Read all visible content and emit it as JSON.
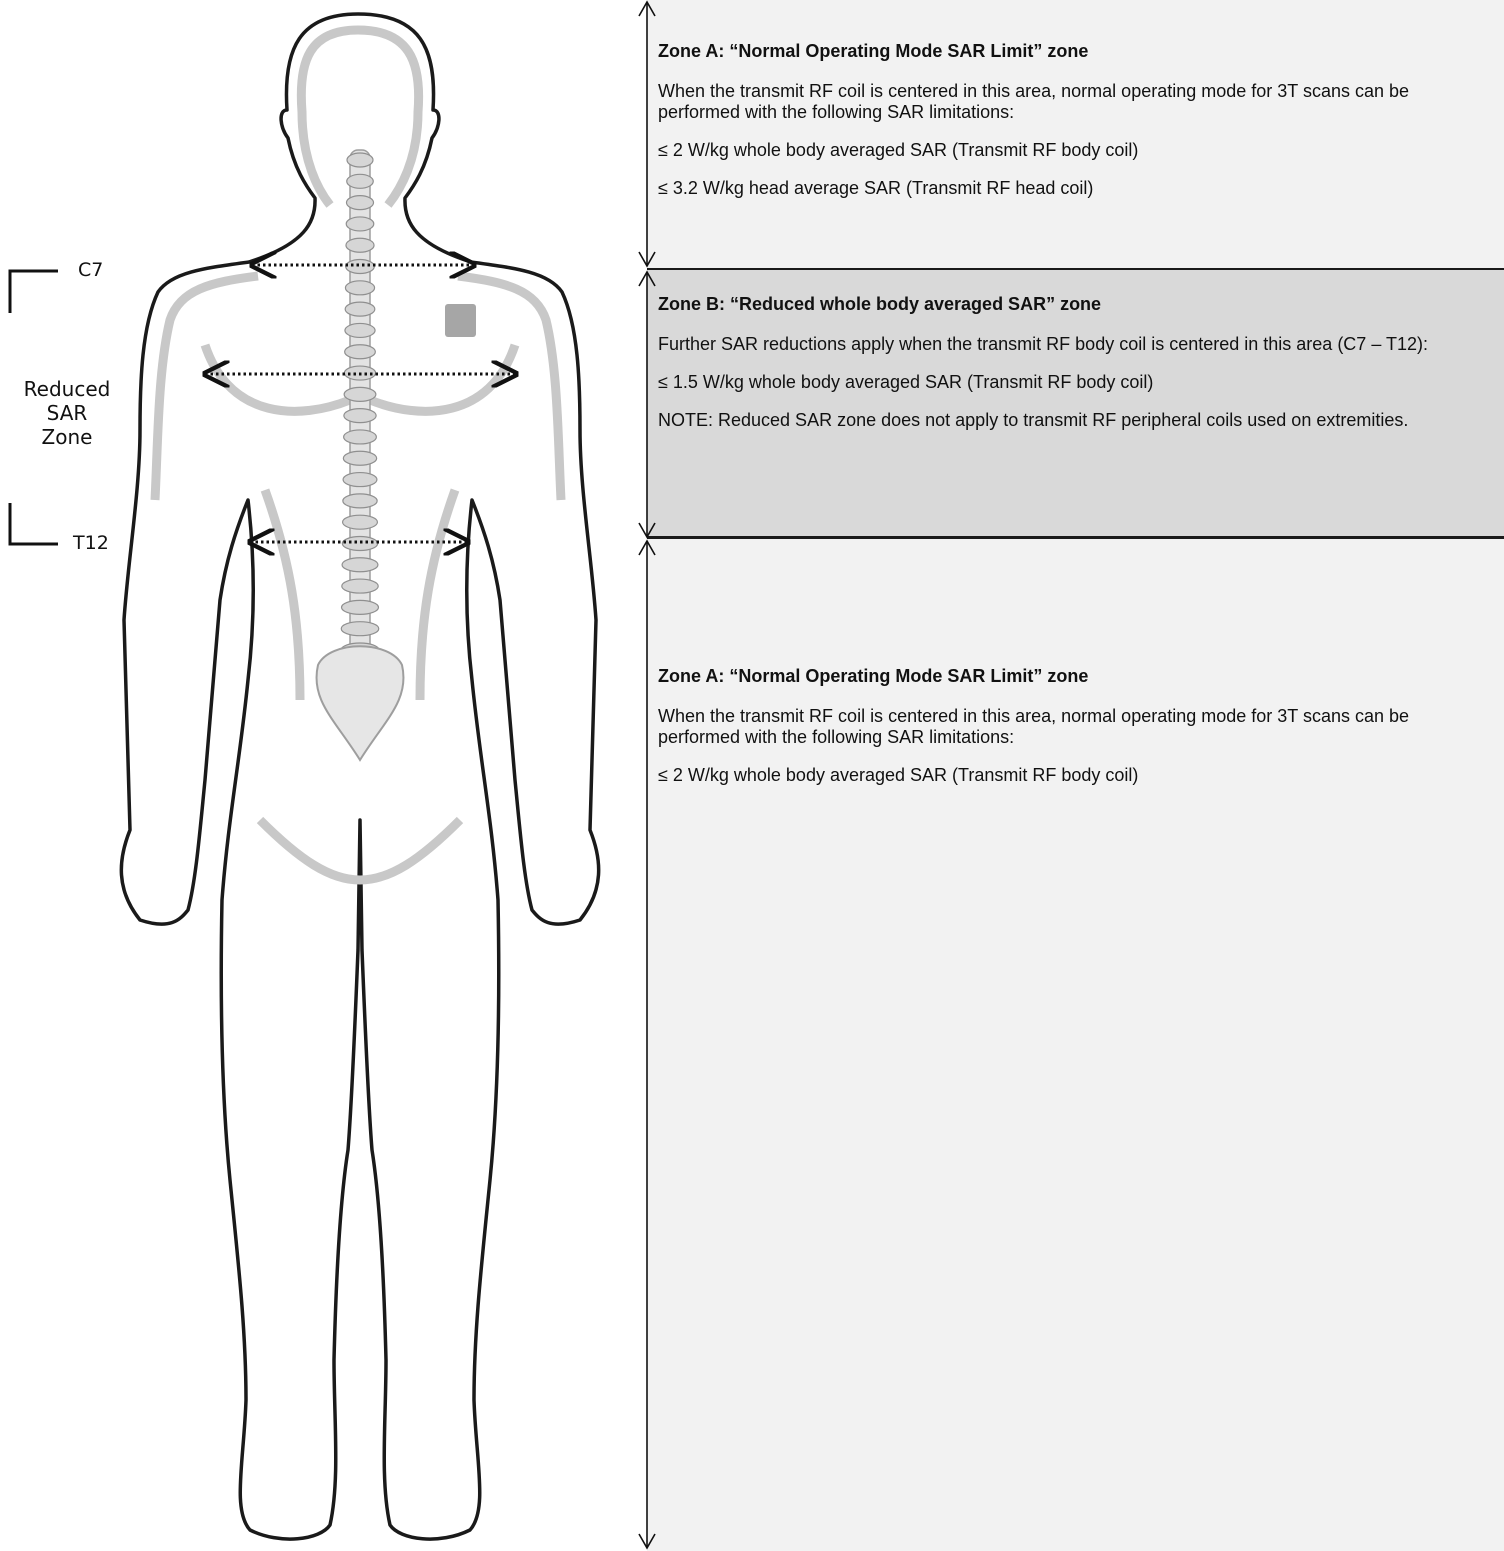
{
  "zones": {
    "top": {
      "title": "Zone A: “Normal Operating Mode SAR Limit” zone",
      "text": "When the transmit RF coil is centered in this area, normal operating mode for 3T scans can be performed with the following SAR limitations:",
      "limit1": "≤ 2 W/kg whole body averaged SAR (Transmit RF body coil)",
      "limit2": "≤ 3.2 W/kg head average SAR (Transmit RF head coil)"
    },
    "middle": {
      "title": "Zone B: “Reduced whole body averaged SAR” zone",
      "text": "Further SAR reductions apply when the transmit RF body coil is centered in this area (C7 – T12):",
      "limit1": "≤ 1.5 W/kg whole body averaged SAR (Transmit RF body coil)",
      "note": "NOTE: Reduced SAR zone does not apply to transmit RF peripheral coils used on extremities."
    },
    "bottom": {
      "title": "Zone A: “Normal Operating Mode SAR Limit” zone",
      "text": "When the transmit RF coil is centered in this area, normal operating mode for 3T scans can be performed with the following SAR limitations:",
      "limit1": "≤ 2 W/kg whole body averaged SAR (Transmit RF body coil)"
    }
  },
  "labels": {
    "c7": "C7",
    "t12": "T12",
    "zone_line1": "Reduced",
    "zone_line2": "SAR",
    "zone_line3": "Zone"
  },
  "colors": {
    "zone_a_background": "#f2f2f2",
    "zone_b_background": "#d9d9d9",
    "body_fill": "#ffffff",
    "body_outline": "#1a1a1a",
    "spine": "#bdbdbd",
    "implant": "#a6a6a6"
  }
}
